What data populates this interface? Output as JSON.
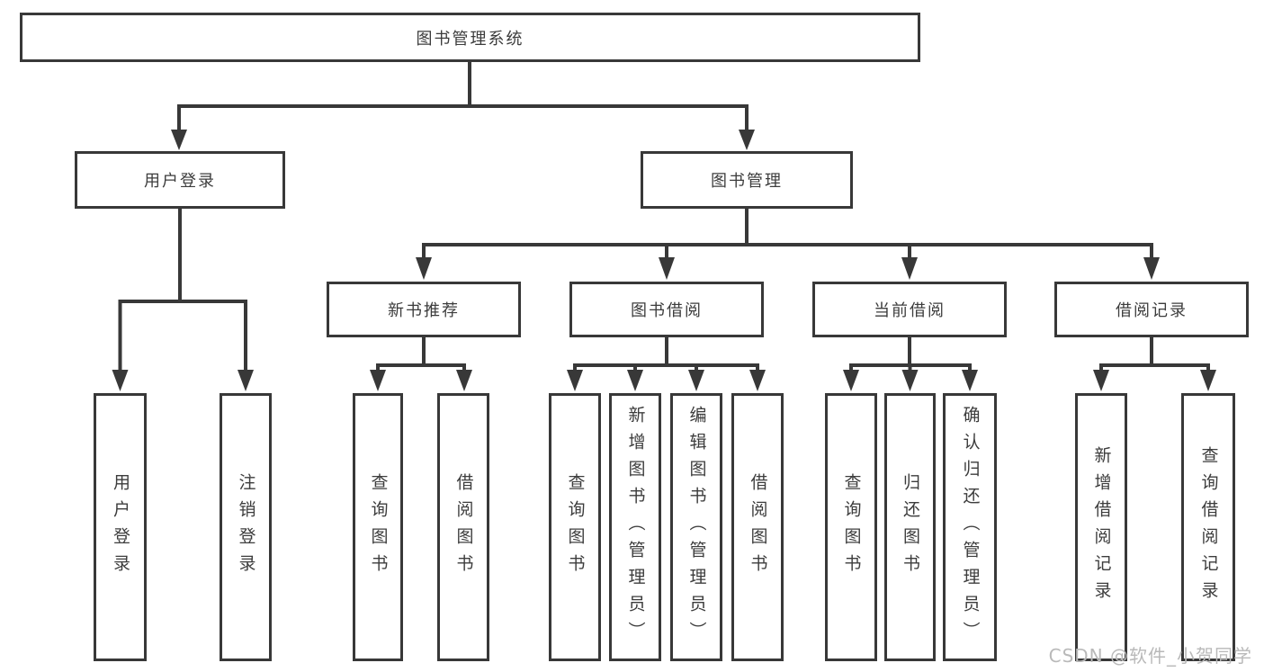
{
  "diagram": {
    "root": {
      "label": "图书管理系统",
      "children": [
        {
          "label": "用户登录",
          "children": [
            {
              "label": "用户登录"
            },
            {
              "label": "注销登录"
            }
          ]
        },
        {
          "label": "图书管理",
          "children": [
            {
              "label": "新书推荐",
              "children": [
                {
                  "label": "查询图书"
                },
                {
                  "label": "借阅图书"
                }
              ]
            },
            {
              "label": "图书借阅",
              "children": [
                {
                  "label": "查询图书"
                },
                {
                  "label": "新增图书（管理员）"
                },
                {
                  "label": "编辑图书（管理员）"
                },
                {
                  "label": "借阅图书"
                }
              ]
            },
            {
              "label": "当前借阅",
              "children": [
                {
                  "label": "查询图书"
                },
                {
                  "label": "归还图书"
                },
                {
                  "label": "确认归还（管理员）"
                }
              ]
            },
            {
              "label": "借阅记录",
              "children": [
                {
                  "label": "新增借阅记录"
                },
                {
                  "label": "查询借阅记录"
                }
              ]
            }
          ]
        }
      ]
    }
  },
  "watermark": {
    "text": "CSDN @软件_小贺同学"
  },
  "colors": {
    "line": "#383838",
    "text": "#3c3c3c",
    "bg": "#ffffff",
    "watermark": "#b9b9b9"
  }
}
